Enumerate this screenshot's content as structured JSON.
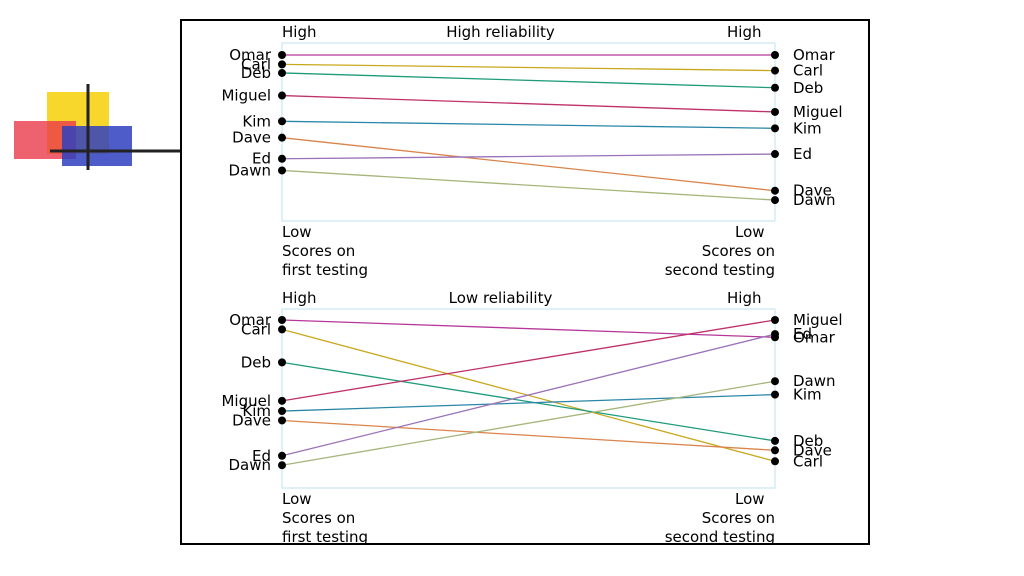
{
  "panels": [
    {
      "id": "high",
      "title": "High reliability",
      "y_top_label": "High",
      "y_bottom_label": "Low",
      "left_caption": [
        "Scores on",
        "first testing"
      ],
      "right_caption": [
        "Scores on",
        "second testing"
      ],
      "people": [
        {
          "name": "Omar",
          "color": "#b5379b",
          "first": 10,
          "second": 10
        },
        {
          "name": "Carl",
          "color": "#c8a81e",
          "first": 9.4,
          "second": 9.0
        },
        {
          "name": "Deb",
          "color": "#1e9b7a",
          "first": 8.85,
          "second": 7.9
        },
        {
          "name": "Miguel",
          "color": "#c0306a",
          "first": 7.4,
          "second": 6.35
        },
        {
          "name": "Kim",
          "color": "#2a86a8",
          "first": 5.75,
          "second": 5.3
        },
        {
          "name": "Dave",
          "color": "#d9844a",
          "first": 4.7,
          "second": 1.3
        },
        {
          "name": "Ed",
          "color": "#9a72b8",
          "first": 3.35,
          "second": 3.65
        },
        {
          "name": "Dawn",
          "color": "#a6b67a",
          "first": 2.6,
          "second": 0.7
        }
      ]
    },
    {
      "id": "low",
      "title": "Low reliability",
      "y_top_label": "High",
      "y_bottom_label": "Low",
      "left_caption": [
        "Scores on",
        "first testing"
      ],
      "right_caption": [
        "Scores on",
        "second testing"
      ],
      "people": [
        {
          "name": "Omar",
          "color": "#b5379b",
          "first": 10,
          "second": 8.9
        },
        {
          "name": "Carl",
          "color": "#c8a81e",
          "first": 9.4,
          "second": 1.0
        },
        {
          "name": "Deb",
          "color": "#1e9b7a",
          "first": 7.3,
          "second": 2.3
        },
        {
          "name": "Miguel",
          "color": "#c0306a",
          "first": 4.85,
          "second": 10
        },
        {
          "name": "Kim",
          "color": "#2a86a8",
          "first": 4.2,
          "second": 5.25
        },
        {
          "name": "Dave",
          "color": "#d9844a",
          "first": 3.6,
          "second": 1.7
        },
        {
          "name": "Ed",
          "color": "#9a72b8",
          "first": 1.35,
          "second": 9.1
        },
        {
          "name": "Dawn",
          "color": "#a6b67a",
          "first": 0.75,
          "second": 6.1
        }
      ]
    }
  ]
}
